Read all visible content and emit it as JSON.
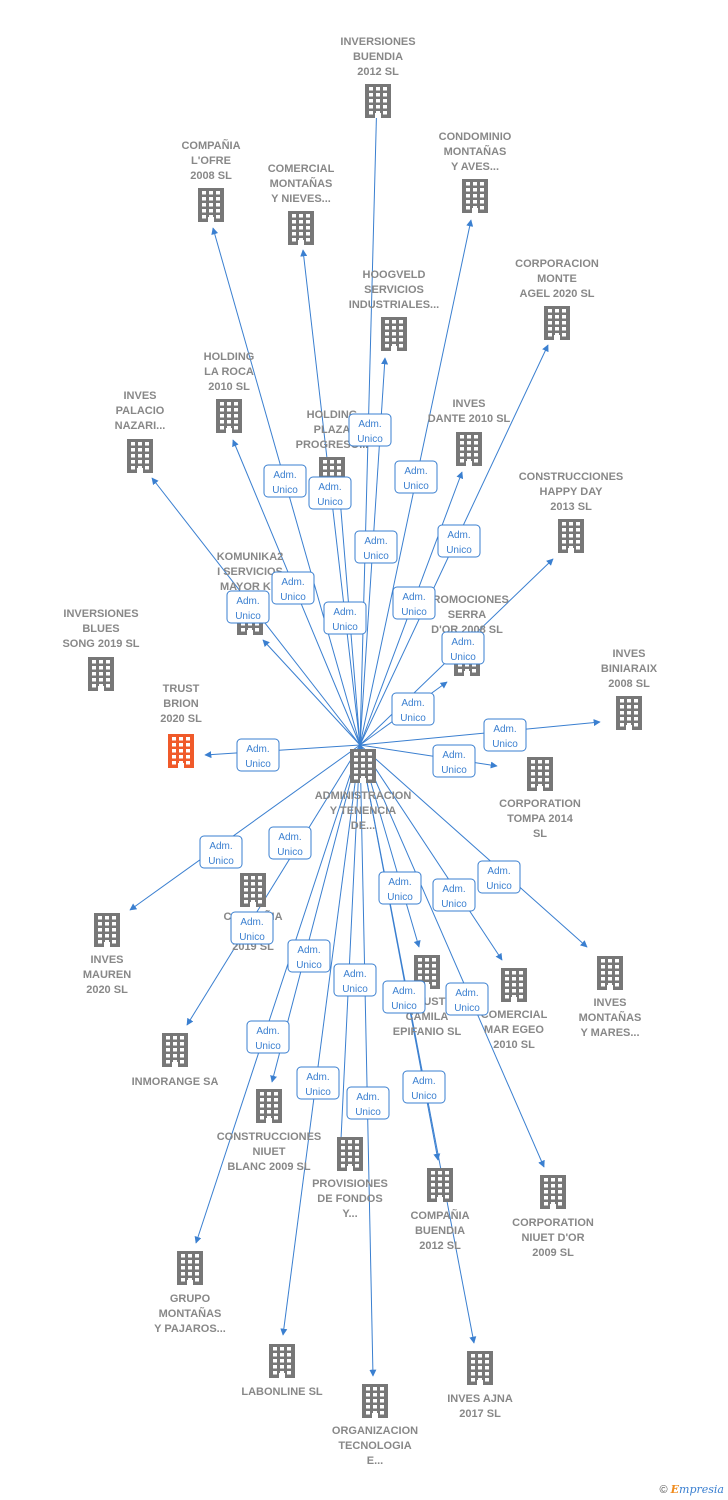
{
  "colors": {
    "edge": "#3a7fd0",
    "building": "#777777",
    "highlight": "#f05a2a",
    "label": "#888888"
  },
  "center": {
    "lines": [
      "ADMINISTRACION",
      "Y TENENCIA",
      "DE..."
    ]
  },
  "nodes": [
    {
      "id": "inversiones-buendia",
      "lines": [
        "INVERSIONES",
        "BUENDIA",
        "2012 SL"
      ]
    },
    {
      "id": "compania-lofre",
      "lines": [
        "COMPAÑIA",
        "L'OFRE",
        "2008 SL"
      ]
    },
    {
      "id": "comercial-montanas-nieves",
      "lines": [
        "COMERCIAL",
        "MONTAÑAS",
        "Y NIEVES..."
      ]
    },
    {
      "id": "condominio-montanas",
      "lines": [
        "CONDOMINIO",
        "MONTAÑAS",
        "Y AVES..."
      ]
    },
    {
      "id": "hoogveld",
      "lines": [
        "HOOGVELD",
        "SERVICIOS",
        "INDUSTRIALES..."
      ]
    },
    {
      "id": "corporacion-monte-agel",
      "lines": [
        "CORPORACION",
        "MONTE",
        "AGEL 2020  SL"
      ]
    },
    {
      "id": "holding-la-roca",
      "lines": [
        "HOLDING",
        "LA ROCA",
        "2010 SL"
      ]
    },
    {
      "id": "inves-palacio",
      "lines": [
        "INVES",
        "PALACIO",
        "NAZARI..."
      ]
    },
    {
      "id": "holding-plaza",
      "lines": [
        "HOLDING",
        "PLAZA",
        "PROGRESO..."
      ]
    },
    {
      "id": "inves-dante",
      "lines": [
        "INVES",
        "DANTE 2010 SL"
      ]
    },
    {
      "id": "construcciones-happy-day",
      "lines": [
        "CONSTRUCCIONES",
        "HAPPY DAY",
        "2013  SL"
      ]
    },
    {
      "id": "komunika2",
      "lines": [
        "KOMUNIKA2",
        "I SERVICIOS",
        "MAYOR K..."
      ]
    },
    {
      "id": "promociones-serra",
      "lines": [
        "PROMOCIONES",
        "SERRA",
        "D'OR 2008 SL"
      ]
    },
    {
      "id": "inversiones-blues",
      "lines": [
        "INVERSIONES",
        "BLUES",
        "SONG 2019  SL"
      ]
    },
    {
      "id": "inves-biniaraix",
      "lines": [
        "INVES",
        "BINIARAIX",
        "2008 SL"
      ]
    },
    {
      "id": "trust-brion",
      "lines": [
        "TRUST",
        "BRION",
        "2020  SL"
      ]
    },
    {
      "id": "corporation-tompa",
      "lines": [
        "CORPORATION",
        "TOMPA 2014",
        "SL"
      ]
    },
    {
      "id": "inves-mauren",
      "lines": [
        "INVES",
        "MAUREN",
        "2020  SL"
      ]
    },
    {
      "id": "compania-b",
      "lines": [
        "COMPAÑIA",
        "B...",
        "2019  SL"
      ]
    },
    {
      "id": "inves-montanas-mares",
      "lines": [
        "INVES",
        "MONTAÑAS",
        "Y MARES..."
      ]
    },
    {
      "id": "trust-camila",
      "lines": [
        "TRUST",
        "CAMILA",
        "EPIFANIO  SL"
      ]
    },
    {
      "id": "comercial-mar-egeo",
      "lines": [
        "COMERCIAL",
        "MAR EGEO",
        "2010 SL"
      ]
    },
    {
      "id": "inmorange",
      "lines": [
        "INMORANGE SA"
      ]
    },
    {
      "id": "construcciones-niuet",
      "lines": [
        "CONSTRUCCIONES",
        "NIUET",
        "BLANC 2009 SL"
      ]
    },
    {
      "id": "provisiones-fondos",
      "lines": [
        "PROVISIONES",
        "DE FONDOS",
        "Y..."
      ]
    },
    {
      "id": "compania-buendia",
      "lines": [
        "COMPAÑIA",
        "BUENDIA",
        "2012 SL"
      ]
    },
    {
      "id": "corporation-niuet-dor",
      "lines": [
        "CORPORATION",
        "NIUET D'OR",
        "2009 SL"
      ]
    },
    {
      "id": "grupo-montanas",
      "lines": [
        "GRUPO",
        "MONTAÑAS",
        "Y PAJAROS..."
      ]
    },
    {
      "id": "labonline",
      "lines": [
        "LABONLINE SL"
      ]
    },
    {
      "id": "inves-ajna",
      "lines": [
        "INVES AJNA",
        "2017  SL"
      ]
    },
    {
      "id": "organizacion-tecnologia",
      "lines": [
        "ORGANIZACION",
        "TECNOLOGIA",
        "E..."
      ]
    }
  ],
  "edge_label": [
    "Adm.",
    "Unico"
  ],
  "footer": {
    "copyright": "©",
    "brand_initial": "E",
    "brand_rest": "mpresia"
  }
}
